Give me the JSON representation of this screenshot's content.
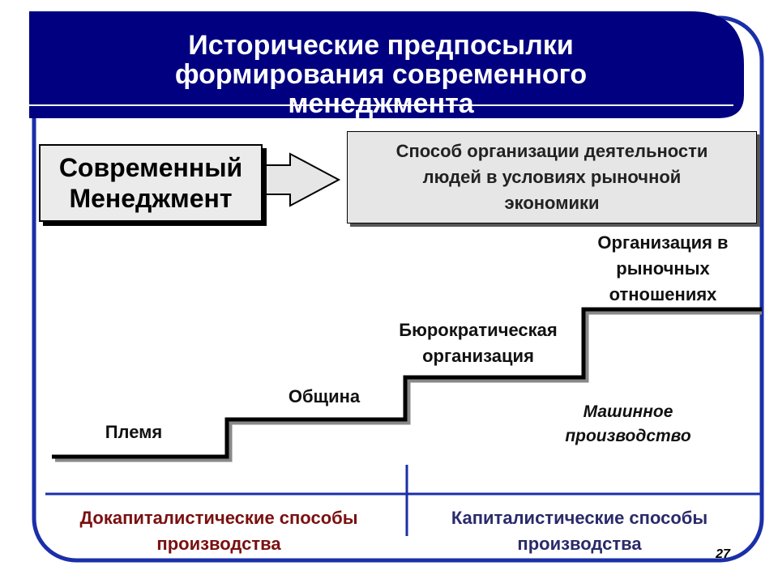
{
  "title": {
    "line1": "Исторические предпосылки",
    "line2": "формирования современного",
    "line3": "менеджмента"
  },
  "management_box": {
    "line1": "Современный",
    "line2": "Менеджмент"
  },
  "definition_box": {
    "line1": "Способ организации деятельности",
    "line2": "людей в условиях рыночной",
    "line3": "экономики"
  },
  "stages": {
    "tribe": "Племя",
    "community": "Община",
    "bureaucratic_1": "Бюрократическая",
    "bureaucratic_2": "организация",
    "market_1": "Организация в",
    "market_2": "рыночных",
    "market_3": "отношениях",
    "machine_1": "Машинное",
    "machine_2": "производство"
  },
  "eras": {
    "precap_1": "Докапиталистические способы",
    "precap_2": "производства",
    "cap_1": "Капиталистические способы",
    "cap_2": "производства"
  },
  "page_number": "27",
  "colors": {
    "header_navy": "#000080",
    "frame_blue": "#1a2fa8",
    "precap_text": "#7a1010",
    "cap_text": "#2a2a6a"
  }
}
